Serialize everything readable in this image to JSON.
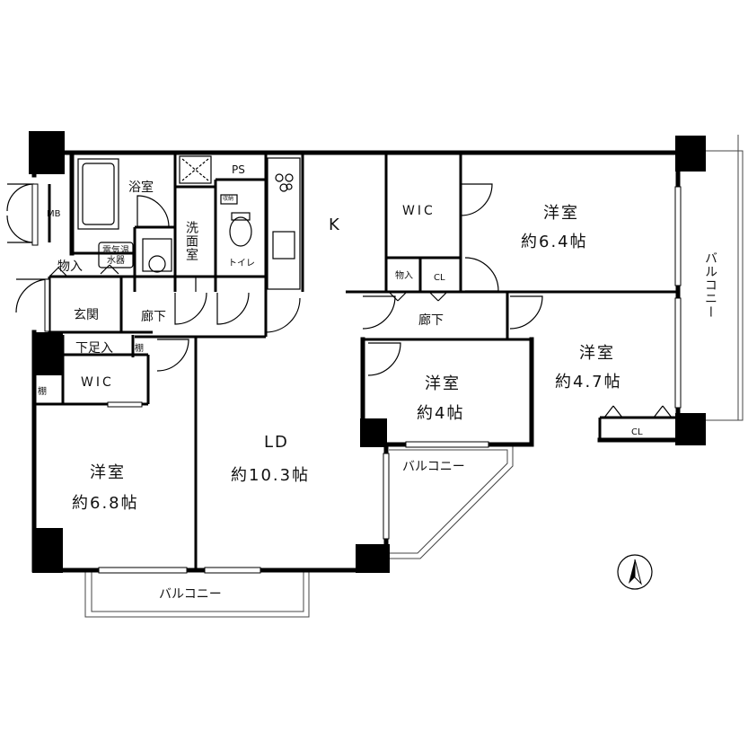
{
  "rooms": {
    "bath": "浴室",
    "mb": "MB",
    "ps": "PS",
    "senmen": "洗面室",
    "toilet": "トイレ",
    "kitchen": "K",
    "wic_top": "WIC",
    "room_ne_name": "洋室",
    "room_ne_size": "約6.4帖",
    "water_heater": "電気温水器",
    "storage_entry": "物入",
    "entrance": "玄関",
    "hallway_left": "廊下",
    "shoe_storage": "下足入",
    "shelf_small": "棚",
    "shelf_left": "棚",
    "wic_left": "WIC",
    "storage_mid": "物入",
    "cl_mid": "CL",
    "hallway_right": "廊下",
    "room_mid_name": "洋室",
    "room_mid_size": "約4帖",
    "room_east_name": "洋室",
    "room_east_size": "約4.7帖",
    "cl_east": "CL",
    "room_sw_name": "洋室",
    "room_sw_size": "約6.8帖",
    "ld_name": "LD",
    "ld_size": "約10.3帖",
    "balcony_center": "バルコニー",
    "balcony_bottom": "バルコニー",
    "balcony_right": "バルコニー",
    "tiny_label": "収納"
  }
}
